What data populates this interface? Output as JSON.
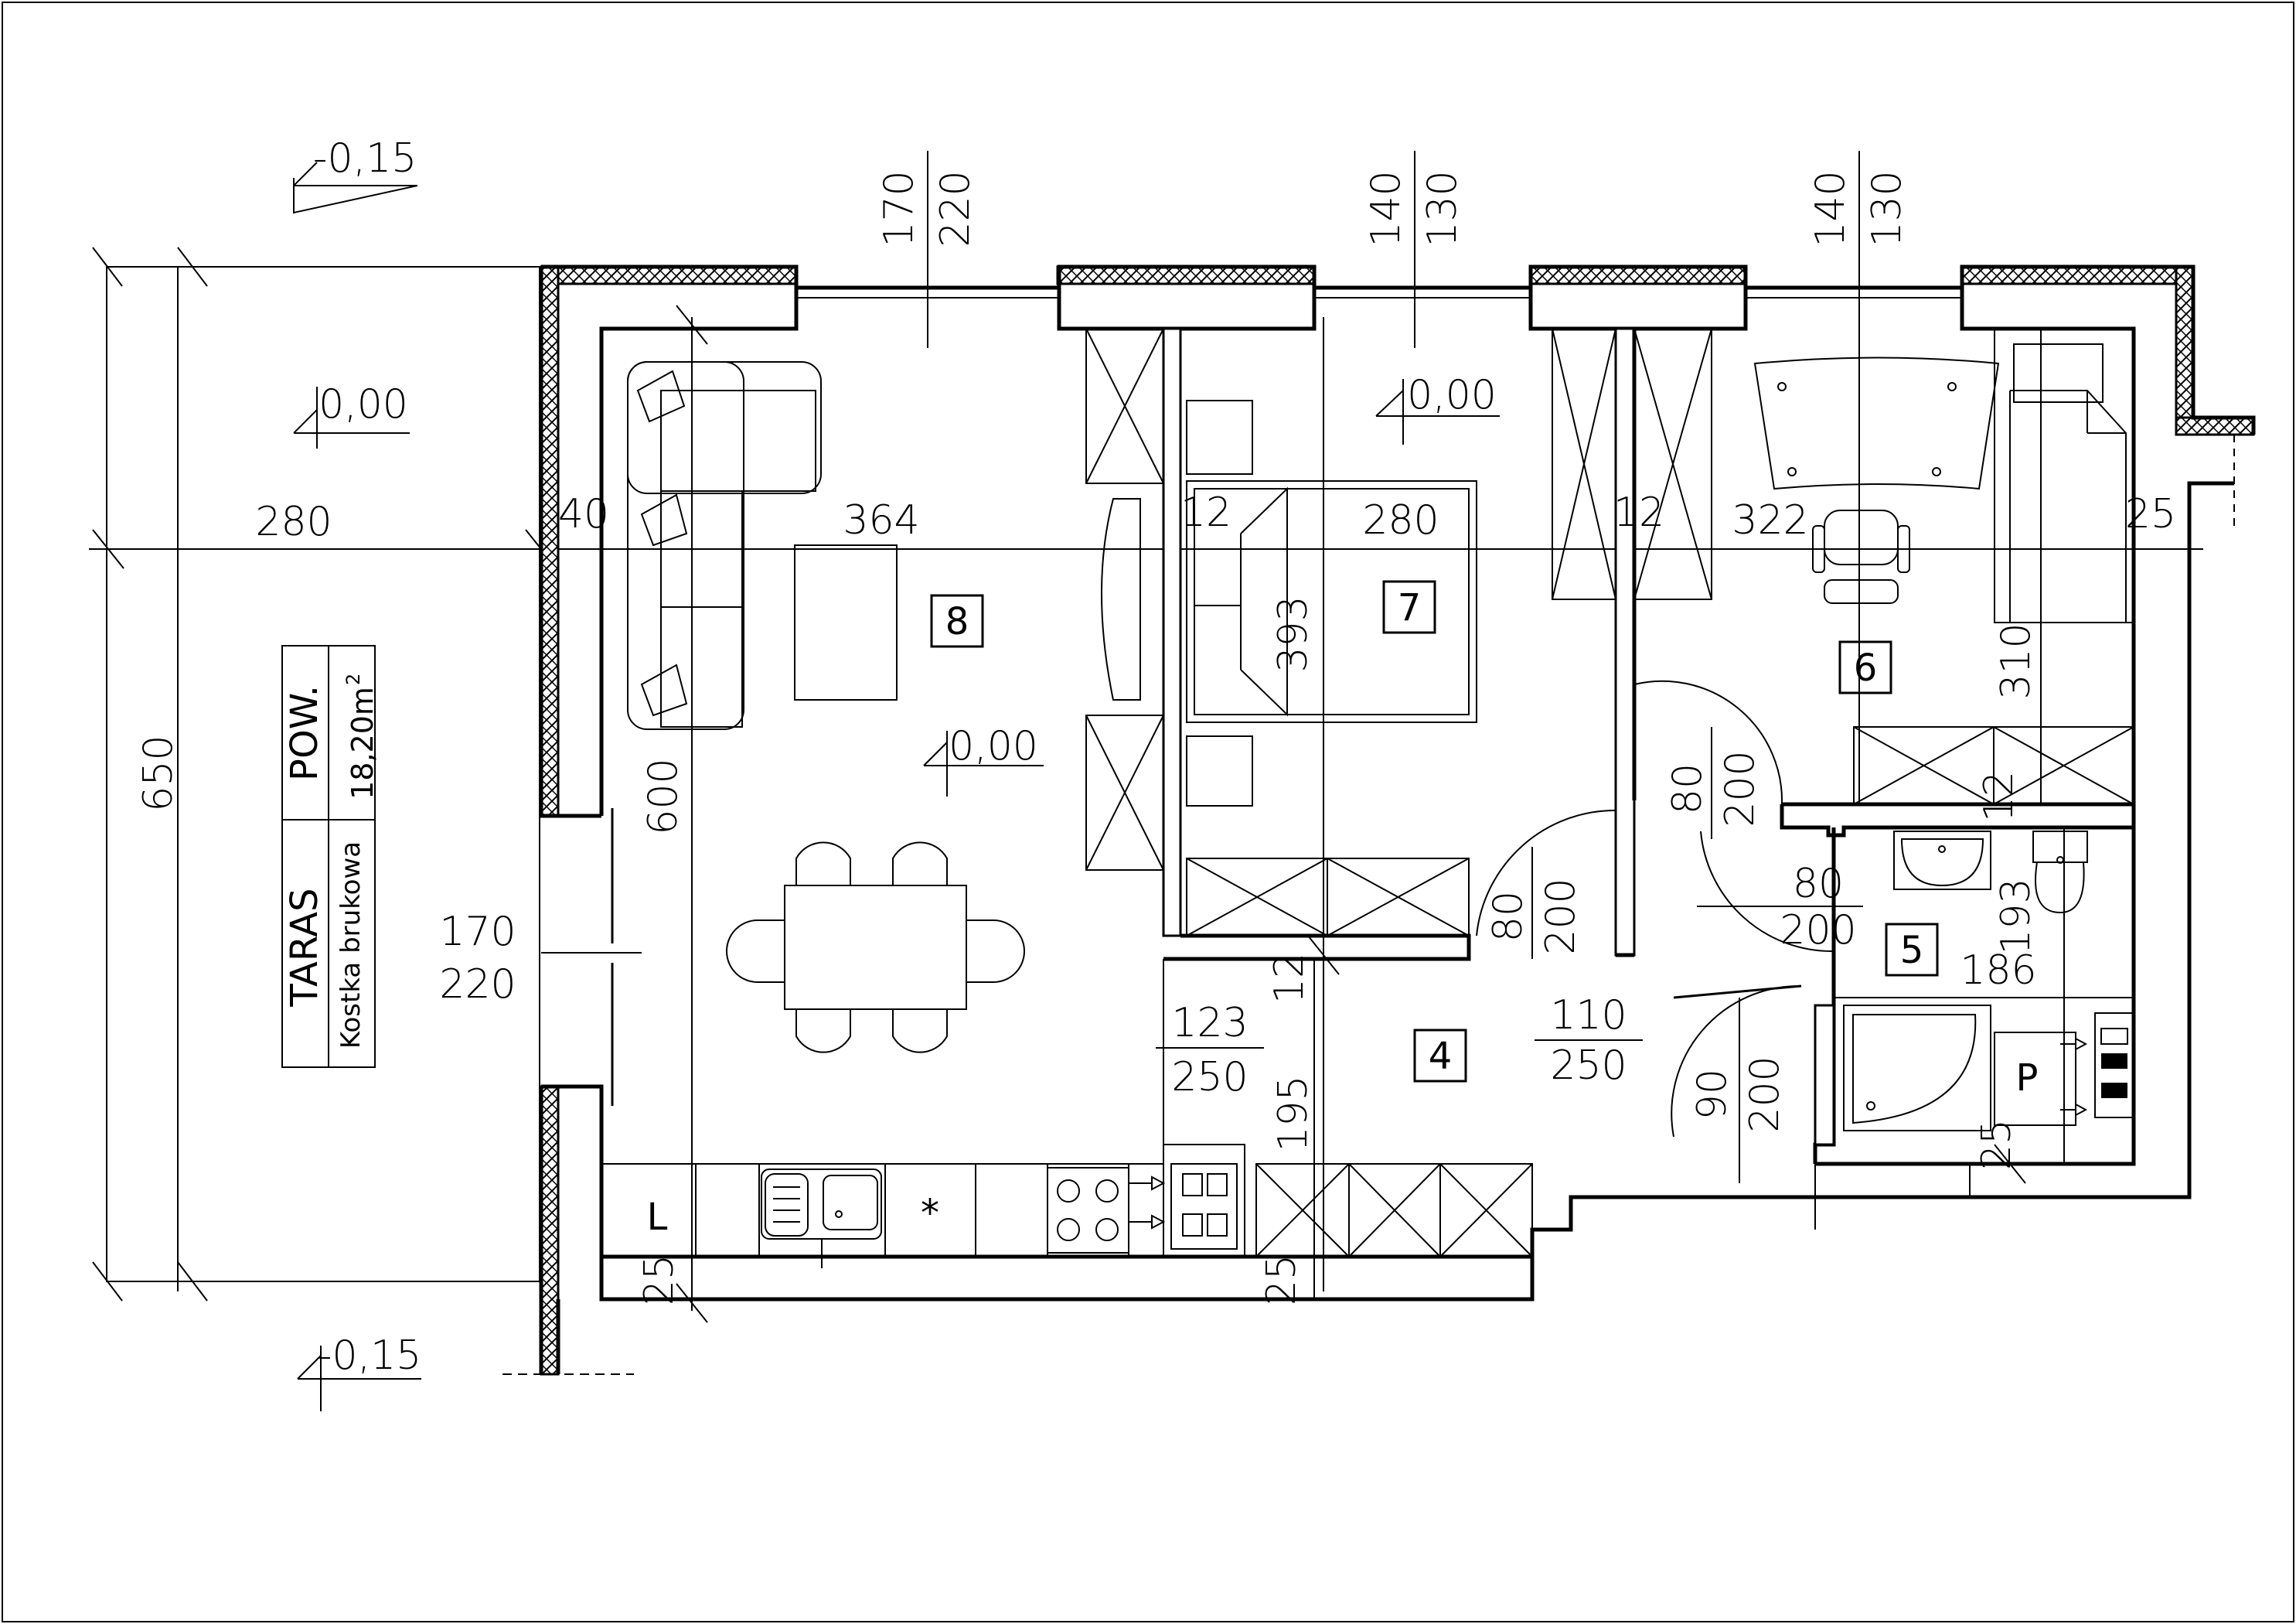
{
  "levels": {
    "terrace_top": "-0,15",
    "terrace_floor": "0,00",
    "terrace_bottom": "-0,15",
    "bedroom": "0,00",
    "living": "0,00"
  },
  "terrace": {
    "name": "TARAS",
    "material": "Kostka brukowa",
    "area_label": "POW.",
    "area_value": "18,20m",
    "area_unit_sup": "2",
    "width": "280",
    "length": "650"
  },
  "rooms": [
    {
      "number": "8"
    },
    {
      "number": "7"
    },
    {
      "number": "6"
    },
    {
      "number": "5"
    },
    {
      "number": "4"
    }
  ],
  "dimensions": {
    "win1_w": "170",
    "win1_h": "220",
    "win2_w": "140",
    "win2_h": "130",
    "win3_w": "140",
    "win3_h": "130",
    "terrace_door_w": "170",
    "terrace_door_h": "220",
    "wall_40": "40",
    "living_width": "364",
    "living_depth": "600",
    "part_12a": "12",
    "bed7_width": "280",
    "bed7_depth": "393",
    "part_12b": "12",
    "room6_width": "322",
    "room6_depth": "310",
    "wall_25_right": "25",
    "door7_w": "80",
    "door7_h": "200",
    "door6_w": "80",
    "door6_h": "200",
    "part_12c": "12",
    "door5_w": "80",
    "door5_h": "200",
    "bath_width": "193",
    "bath_depth": "186",
    "opening_hall_w": "123",
    "opening_hall_h": "250",
    "opening_kitchen_w": "110",
    "opening_kitchen_h": "250",
    "hall_12": "12",
    "hall_195": "195",
    "entry_door_w": "90",
    "entry_door_h": "200",
    "wall_25_left": "25",
    "wall_25_mid": "25",
    "wall_25_bath": "25"
  },
  "fixtures": {
    "kitchen_l": "L",
    "boiler_p": "P"
  }
}
